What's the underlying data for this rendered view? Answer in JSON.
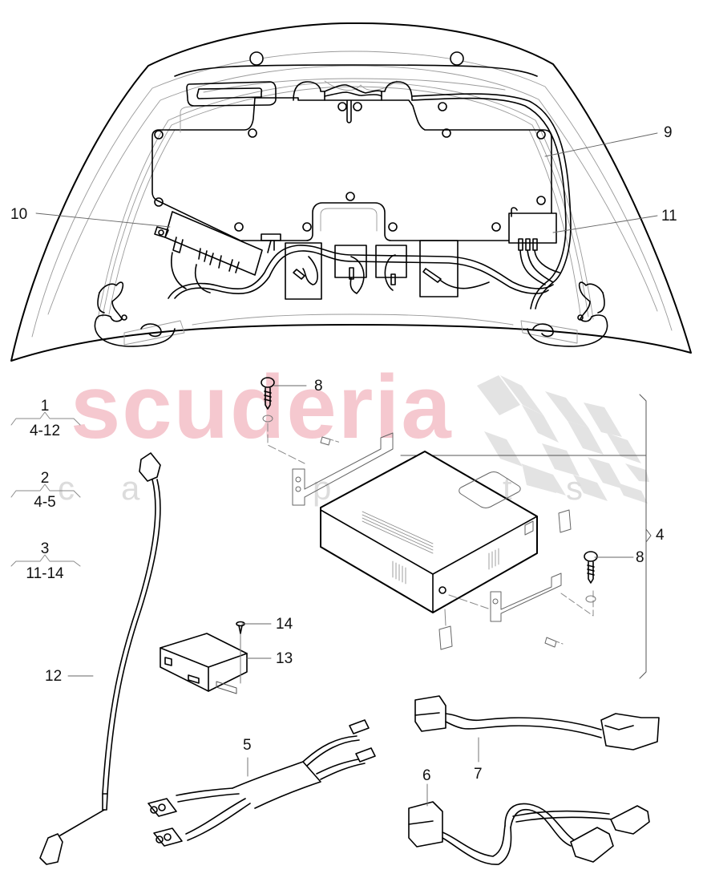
{
  "diagram": {
    "title": "Trunk lid electronics / sound system components (exploded parts view)",
    "line_color": "#000000",
    "thin_line_color": "#999999",
    "watermark": {
      "brand": "scuderia",
      "subtitle_letters": [
        "c",
        "a",
        "r",
        "p",
        "a",
        "r",
        "t",
        "s"
      ],
      "brand_color": "#f5c8cf",
      "subtitle_color": "#dcdcdc",
      "checker_color": "#e3e3e3"
    },
    "callouts": [
      {
        "id": "9",
        "label": "9",
        "part": "trunk lid lining / cover panel"
      },
      {
        "id": "10",
        "label": "10",
        "part": "amplifier module"
      },
      {
        "id": "11",
        "label": "11",
        "part": "connector bracket"
      },
      {
        "id": "8a",
        "label": "8",
        "part": "screw (upper)"
      },
      {
        "id": "8b",
        "label": "8",
        "part": "screw (lower)"
      },
      {
        "id": "4",
        "label": "4",
        "part": "receiver/amplifier unit assembly"
      },
      {
        "id": "5",
        "label": "5",
        "part": "Y wiring harness"
      },
      {
        "id": "6",
        "label": "6",
        "part": "wiring harness"
      },
      {
        "id": "7",
        "label": "7",
        "part": "wiring harness"
      },
      {
        "id": "12",
        "label": "12",
        "part": "antenna cable"
      },
      {
        "id": "13",
        "label": "13",
        "part": "control module"
      },
      {
        "id": "14",
        "label": "14",
        "part": "screw"
      }
    ],
    "groups": [
      {
        "number": "1",
        "range": "4-12"
      },
      {
        "number": "2",
        "range": "4-5"
      },
      {
        "number": "3",
        "range": "11-14"
      }
    ]
  }
}
